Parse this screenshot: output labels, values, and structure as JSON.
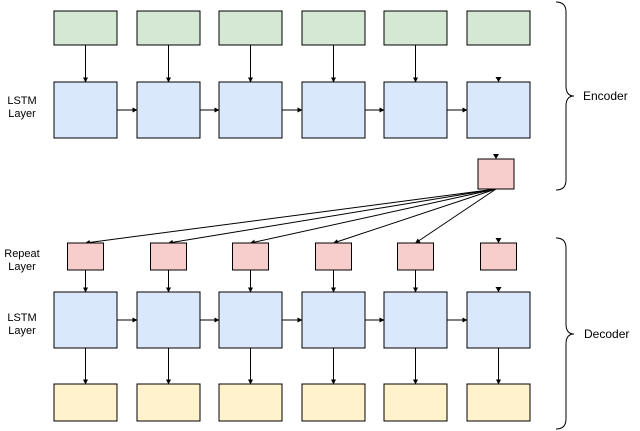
{
  "sections": {
    "encoder_label": "Encoder",
    "decoder_label": "Decoder"
  },
  "row_labels": {
    "encoder_lstm": [
      "LSTM",
      "Layer"
    ],
    "repeat": [
      "Repeat",
      "Layer"
    ],
    "decoder_lstm": [
      "LSTM",
      "Layer"
    ]
  },
  "colors": {
    "input": "#d5e8d4",
    "lstm": "#dae8fc",
    "repeat": "#f8cecc",
    "output": "#fff2cc",
    "stroke": "#000000"
  },
  "timesteps": 6
}
